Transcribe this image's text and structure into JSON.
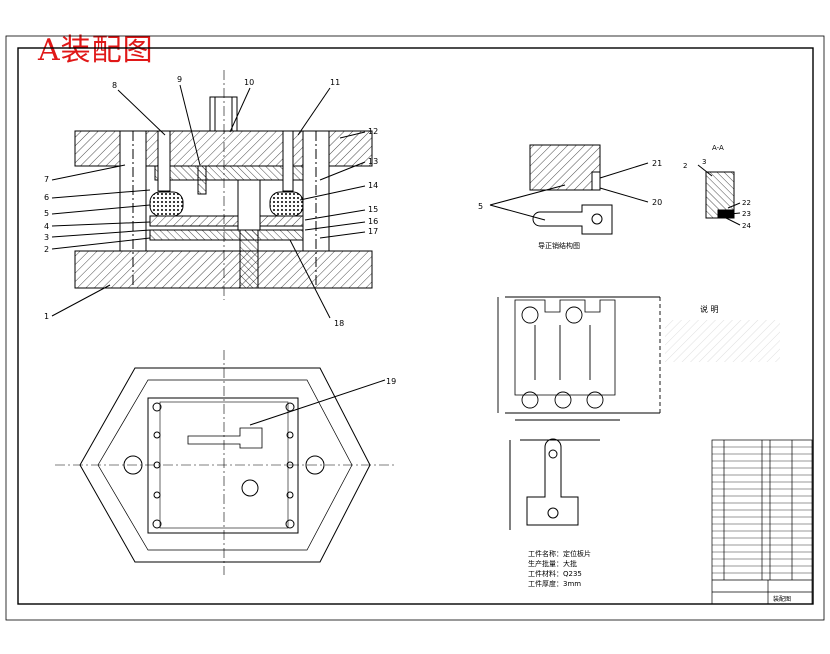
{
  "title": "A装配图",
  "part_labels": [
    "1",
    "2",
    "3",
    "4",
    "5",
    "6",
    "7",
    "8",
    "9",
    "10",
    "11",
    "12",
    "13",
    "14",
    "15",
    "16",
    "17",
    "18",
    "19"
  ],
  "section_label": "A-A",
  "section_part_labels": [
    "2",
    "3",
    "22",
    "23",
    "24"
  ],
  "detail_part_labels": [
    "5",
    "20",
    "21"
  ],
  "detail_caption": "导正销结构图",
  "notes_title": "说 明",
  "workpiece_info": [
    "工件名称：定位板片",
    "生产批量：大批",
    "工件材料：Q235",
    "工件厚度：3mm"
  ],
  "bom_caption": "装配图",
  "colors": {
    "line": "#000000",
    "title": "#e01818",
    "hatch": "#000000"
  }
}
